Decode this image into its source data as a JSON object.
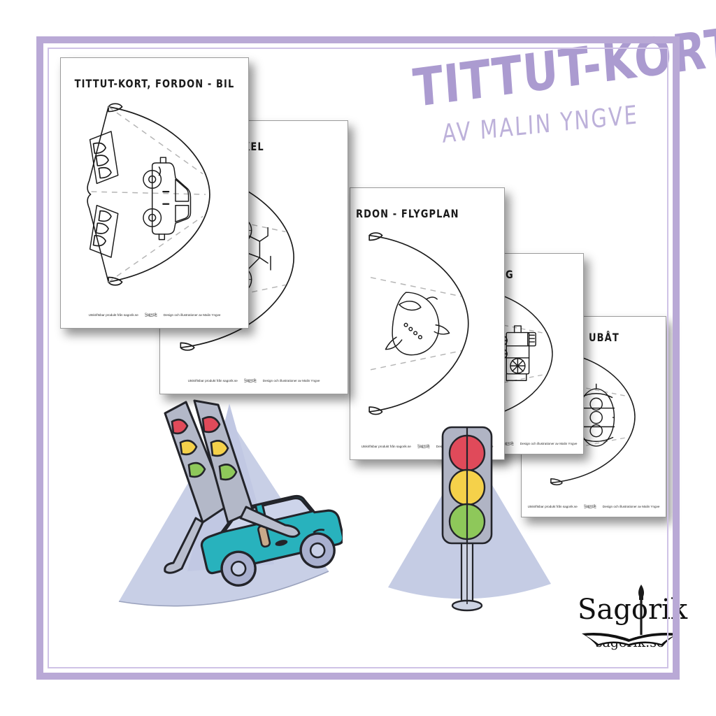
{
  "page": {
    "background_color": "#ffffff",
    "frame_color": "#b9a9d6",
    "frame_inner_color": "#cfc2e6"
  },
  "title": {
    "main": "TITTUT-KORT",
    "sub": "AV MALIN YNGVE",
    "main_color": "#ab9bd0",
    "sub_color": "#bdb1da"
  },
  "footer_common": {
    "left_text": "Utskriftsbar produkt från sagorik.se",
    "right_text": "Design och illustrationer av Malin Yngve",
    "logo_alt": "sagorik-mark"
  },
  "cards": [
    {
      "title": "TITTUT-KORT, FORDON - BIL",
      "vehicle": "bil",
      "vehicle_icon": "car-icon"
    },
    {
      "title": "TITTUT-KORT, FORDON - CYKEL",
      "visible_title": "FORDON - CYKEL",
      "vehicle": "cykel",
      "vehicle_icon": "bicycle-icon"
    },
    {
      "title": "TITTUT-KORT, FORDON - FLYGPLAN",
      "visible_title": "RDON - FLYGPLAN",
      "vehicle": "flygplan",
      "vehicle_icon": "airplane-icon"
    },
    {
      "title": "TITTUT-KORT, FORDON - TÅG",
      "visible_title": "RDON - TÅG",
      "vehicle": "tåg",
      "vehicle_icon": "train-icon"
    },
    {
      "title": "TITTUT-KORT, FORDON - UBÅT",
      "visible_title": "FORDON - UBÅT",
      "vehicle": "ubåt",
      "vehicle_icon": "submarine-icon"
    }
  ],
  "photos": [
    {
      "name": "open-cone-car-photo",
      "description": "Uppvikt tittut-kort med trafikljus öppnat och bil bakom",
      "cone_color": "#c8cfe6",
      "car_color": "#28b2bd"
    },
    {
      "name": "closed-cone-trafficlight-photo",
      "description": "Stängt tittut-kort med trafikljus",
      "cone_color": "#c8cfe6"
    }
  ],
  "traffic_light_colors": {
    "red": "#e04a5a",
    "yellow": "#f5d14a",
    "green": "#8ec85a",
    "housing": "#b0b4c4",
    "pole": "#cdd3e3"
  },
  "logo": {
    "word": "Sagorik",
    "url": "sagorik.se"
  }
}
